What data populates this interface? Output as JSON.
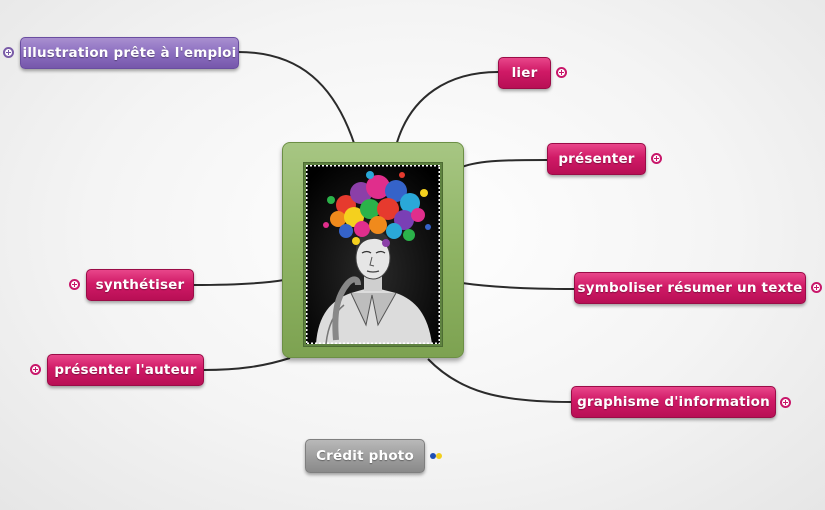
{
  "mindmap": {
    "nodes": {
      "illustration": "illustration prête à l'emploi",
      "lier": "lier",
      "presenter": "présenter",
      "synthetiser": "synthétiser",
      "symboliser": "symboliser résumer un texte",
      "presenter_auteur": "présenter l'auteur",
      "graphisme": "graphisme d'information",
      "credit": "Crédit photo"
    },
    "central_image": {
      "icon": "portrait-head-paint-splash-illustration"
    },
    "expand_icon": "plus-circle-icon",
    "colors": {
      "branch_pink": "#d01a66",
      "branch_purple": "#8c6fc0",
      "central_green": "#8fb464",
      "credit_gray": "#9d9d9d",
      "connector": "#2b2b2b"
    }
  }
}
